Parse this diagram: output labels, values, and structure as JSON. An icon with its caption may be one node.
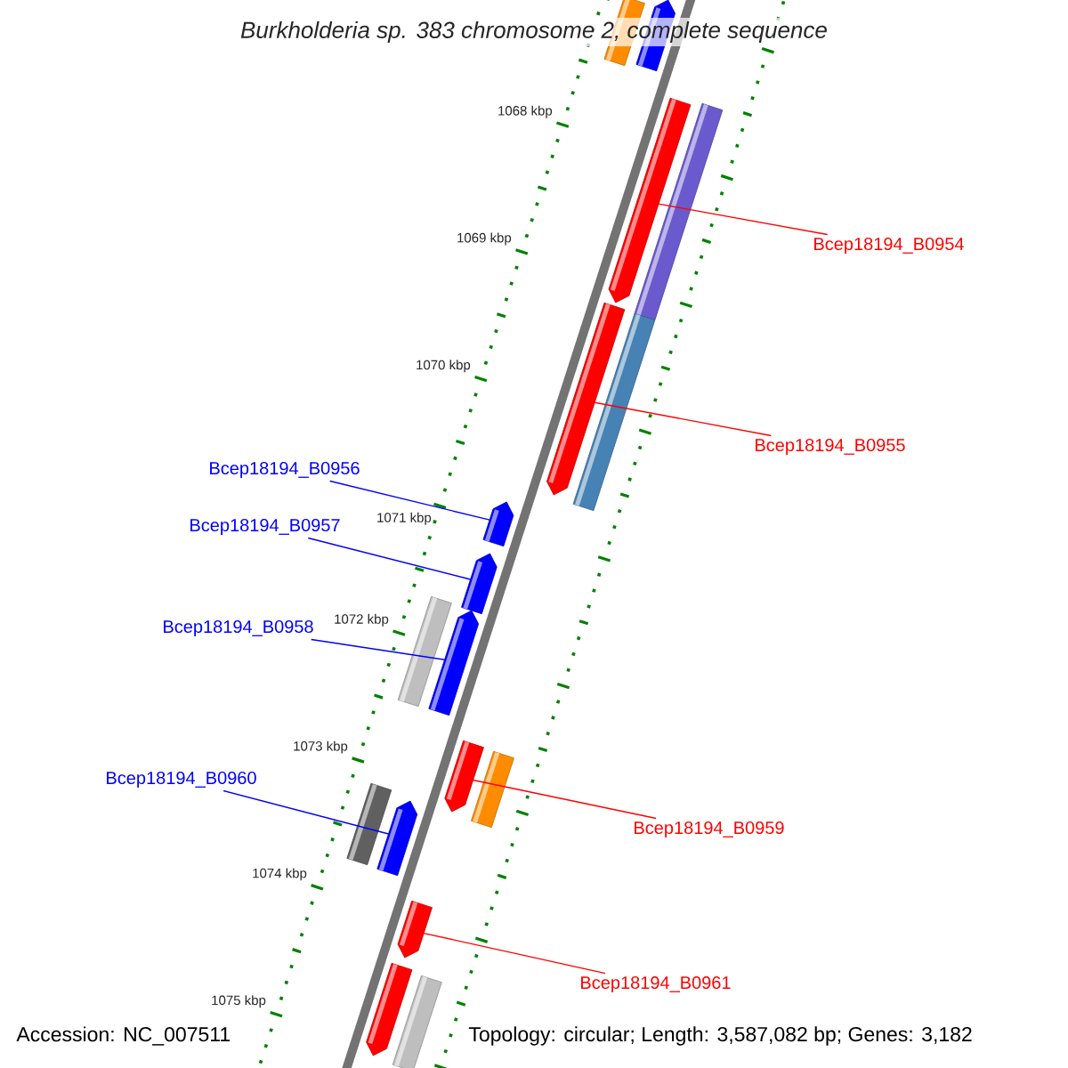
{
  "diagram": {
    "title": "*Burkholderia* *sp.* 383 chromosome 2, complete sequence",
    "nodes": [
      {
        "text": [],
        "shape": "bar"
      },
      {
        "text": [],
        "shape": "pentagon"
      },
      {
        "text": [],
        "shape": "pentagon"
      },
      {
        "text": [],
        "shape": "bar"
      },
      {
        "text": [],
        "shape": "pentagon"
      },
      {
        "text": [],
        "shape": "bar"
      },
      {
        "text": [],
        "shape": "pentagon"
      },
      {
        "text": [],
        "shape": "pentagon"
      },
      {
        "text": [],
        "shape": "bar"
      },
      {
        "text": [],
        "shape": "pentagon"
      },
      {
        "text": [],
        "shape": "pentagon"
      },
      {
        "text": [],
        "shape": "bar"
      },
      {
        "text": [],
        "shape": "bar"
      },
      {
        "text": [],
        "shape": "pentagon"
      },
      {
        "text": [],
        "shape": "pentagon"
      },
      {
        "text": [],
        "shape": "pentagon"
      },
      {
        "text": [],
        "shape": "bar"
      },
      {
        "text": [
          "Bcep18194_B0954"
        ]
      },
      {
        "text": [
          "Bcep18194_B0955"
        ]
      },
      {
        "text": [
          "Bcep18194_B0956"
        ]
      },
      {
        "text": [
          "Bcep18194_B0957"
        ]
      },
      {
        "text": [
          "Bcep18194_B0958"
        ]
      },
      {
        "text": [
          "Bcep18194_B0959"
        ]
      },
      {
        "text": [
          "Bcep18194_B0960"
        ]
      },
      {
        "text": [
          "Bcep18194_B0961"
        ]
      }
    ],
    "edges": [
      {
        "from": 17,
        "to": 2,
        "arrow": "none",
        "color": "#ff0000"
      },
      {
        "from": 18,
        "to": 4,
        "arrow": "none",
        "color": "#ff0000"
      },
      {
        "from": 19,
        "to": 6,
        "arrow": "none",
        "color": "#0000ff"
      },
      {
        "from": 20,
        "to": 7,
        "arrow": "none",
        "color": "#0000ff"
      },
      {
        "from": 21,
        "to": 9,
        "arrow": "none",
        "color": "#0000ff"
      },
      {
        "from": 22,
        "to": 10,
        "arrow": "none",
        "color": "#ff0000"
      },
      {
        "from": 23,
        "to": 13,
        "arrow": "none",
        "color": "#0000ff"
      },
      {
        "from": 24,
        "to": 14,
        "arrow": "none",
        "color": "#ff0000"
      }
    ],
    "labels": [
      "1068 kbp",
      "1069 kbp",
      "1070 kbp",
      "1071 kbp",
      "1072 kbp",
      "1073 kbp",
      "1074 kbp",
      "1075 kbp",
      "Accession: NC_007511",
      "Topology: circular; Length: 3,587,082 bp; Genes: 3,182"
    ]
  }
}
